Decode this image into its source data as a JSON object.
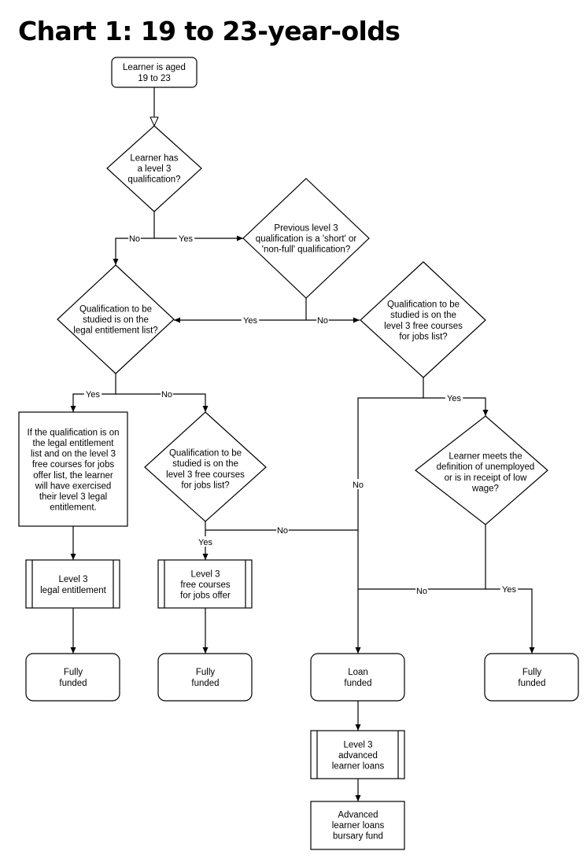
{
  "title": "Chart 1: 19 to 23-year-olds",
  "nodes": {
    "start": [
      "Learner is aged",
      "19 to 23"
    ],
    "has_l3": [
      "Learner has",
      "a level 3",
      "qualification?"
    ],
    "prev_short": [
      "Previous level 3",
      "qualification is a 'short' or",
      "'non-full' qualification?"
    ],
    "legal_list": [
      "Qualification to be",
      "studied is on the",
      "legal entitlement list?"
    ],
    "free_list_right": [
      "Qualification to be",
      "studied is on the",
      "level 3 free courses",
      "for jobs list?"
    ],
    "note": [
      "If the qualification is on",
      "the legal entitlement",
      "list and on the level 3",
      "free courses for jobs",
      "offer list, the learner",
      "will have exercised",
      "their level 3 legal",
      "entitlement."
    ],
    "free_list_mid": [
      "Qualification to be",
      "studied is on the",
      "level 3 free courses",
      "for jobs list?"
    ],
    "unemployed": [
      "Learner meets the",
      "definition of unemployed",
      "or is in receipt of low",
      "wage?"
    ],
    "l3_legal": [
      "Level 3",
      "legal entitlement"
    ],
    "l3_free": [
      "Level 3",
      "free courses",
      "for jobs offer"
    ],
    "fully1": [
      "Fully",
      "funded"
    ],
    "fully2": [
      "Fully",
      "funded"
    ],
    "loan": [
      "Loan",
      "funded"
    ],
    "fully3": [
      "Fully",
      "funded"
    ],
    "adv_loans": [
      "Level 3",
      "advanced",
      "learner loans"
    ],
    "bursary": [
      "Advanced",
      "learner loans",
      "bursary fund"
    ]
  },
  "edge_labels": {
    "has_l3_no": "No",
    "has_l3_yes": "Yes",
    "prev_short_yes": "Yes",
    "prev_short_no": "No",
    "legal_yes": "Yes",
    "legal_no": "No",
    "free_right_yes": "Yes",
    "free_right_no": "No",
    "free_mid_no": "No",
    "free_mid_yes": "Yes",
    "unemployed_no": "No",
    "unemployed_yes": "Yes"
  }
}
